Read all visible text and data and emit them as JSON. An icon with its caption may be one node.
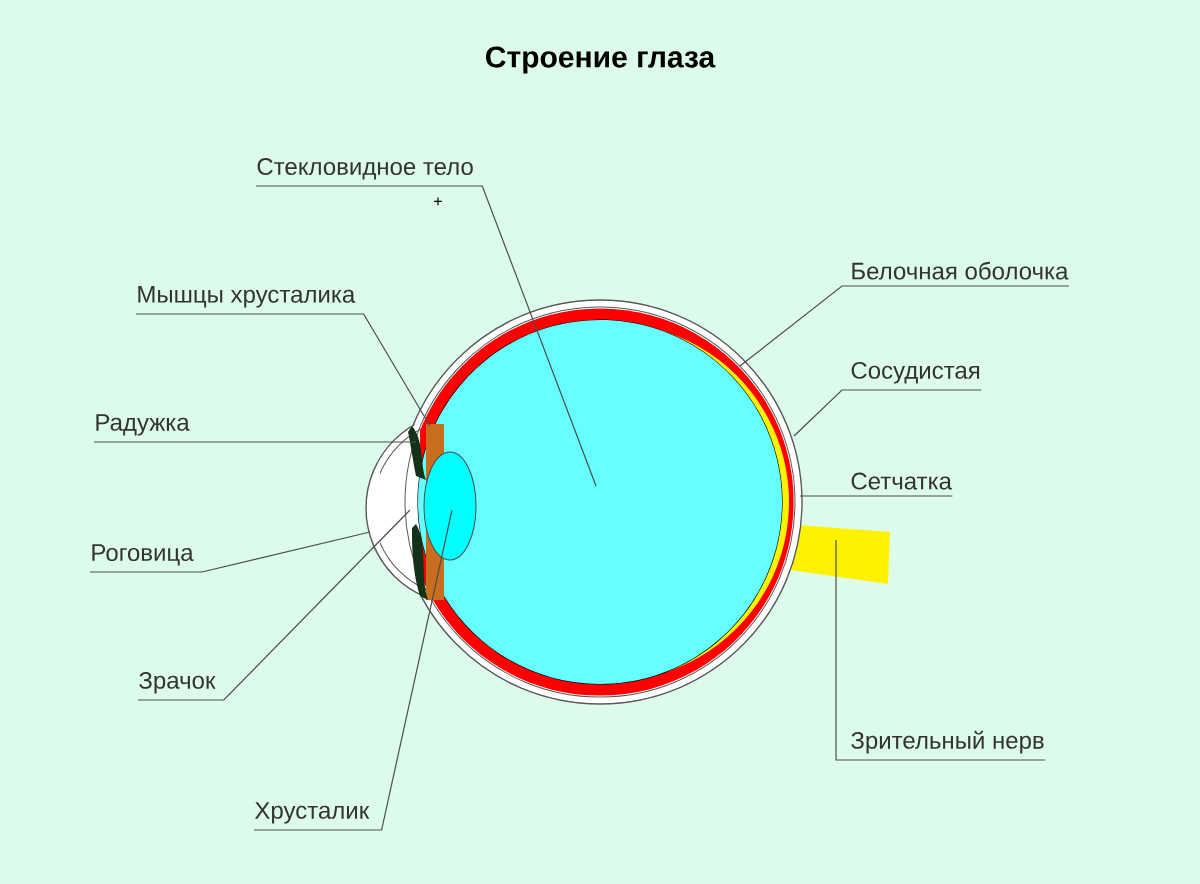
{
  "diagram": {
    "title": "Строение глаза",
    "nodes": [
      {
        "text": [
          "Стекловидное тело"
        ]
      },
      {
        "text": [
          "Белочная оболочка"
        ]
      },
      {
        "text": [
          "Мышцы хрусталика"
        ]
      },
      {
        "text": [
          "Сосудистая"
        ]
      },
      {
        "text": [
          "Радужка"
        ]
      },
      {
        "text": [
          "Сетчатка"
        ]
      },
      {
        "text": [
          "Роговица"
        ]
      },
      {
        "text": [
          "Зрачок"
        ]
      },
      {
        "text": [
          "Зрительный нерв"
        ]
      },
      {
        "text": [
          "Хрусталик"
        ]
      }
    ],
    "edges": [
      {
        "from": 0,
        "to": null,
        "arrow": "none"
      },
      {
        "from": 1,
        "to": null,
        "arrow": "none"
      },
      {
        "from": 2,
        "to": null,
        "arrow": "none"
      },
      {
        "from": 3,
        "to": null,
        "arrow": "none"
      },
      {
        "from": 4,
        "to": null,
        "arrow": "none"
      },
      {
        "from": 5,
        "to": null,
        "arrow": "none"
      },
      {
        "from": 6,
        "to": null,
        "arrow": "none"
      },
      {
        "from": 7,
        "to": null,
        "arrow": "none"
      },
      {
        "from": 8,
        "to": null,
        "arrow": "none"
      },
      {
        "from": 9,
        "to": null,
        "arrow": "none"
      }
    ],
    "labels": [
      "+"
    ]
  }
}
